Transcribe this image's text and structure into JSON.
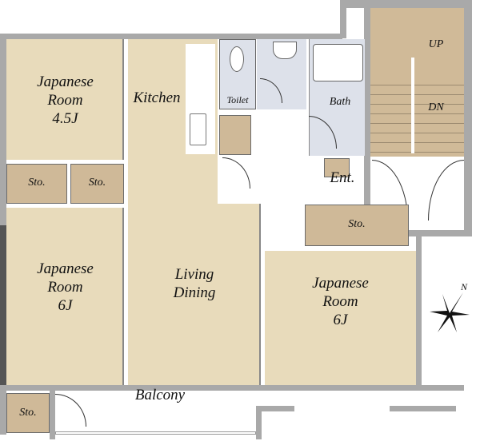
{
  "rooms": {
    "jr_top": {
      "line1": "Japanese",
      "line2": "Room",
      "line3": "4.5J"
    },
    "kitchen": "Kitchen",
    "toilet": "Toilet",
    "bath": "Bath",
    "stairs": {
      "up": "UP",
      "down": "DN"
    },
    "sto1": "Sto.",
    "sto2": "Sto.",
    "sto3": "Sto.",
    "sto4": "Sto.",
    "ent": "Ent.",
    "jr_left": {
      "line1": "Japanese",
      "line2": "Room",
      "line3": "6J"
    },
    "ld": {
      "line1": "Living",
      "line2": "Dining"
    },
    "jr_right": {
      "line1": "Japanese",
      "line2": "Room",
      "line3": "6J"
    },
    "balcony": "Balcony",
    "compass": "N"
  },
  "colors": {
    "tatami": "#e8dbbb",
    "storage": "#cfb998",
    "wet": "#dde1ea",
    "wall": "#a9a9a9"
  }
}
